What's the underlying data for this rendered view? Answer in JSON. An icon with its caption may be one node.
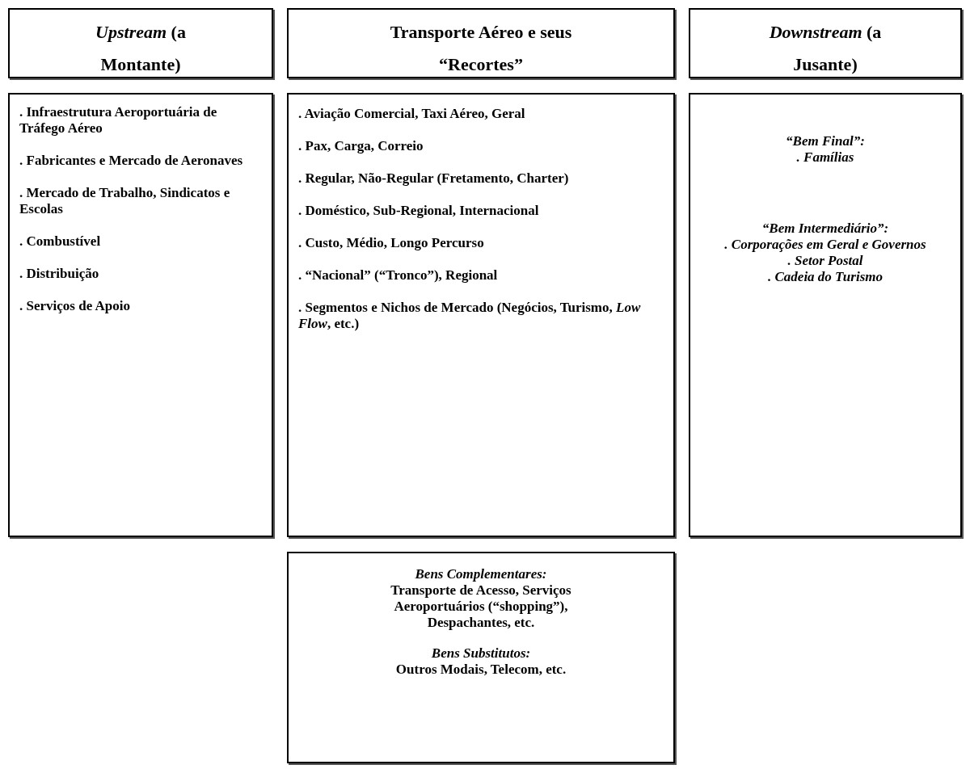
{
  "diagram": {
    "nodes": [
      {
        "text": [
          "*Upstream* (a Montante)"
        ]
      },
      {
        "text": [
          "Transporte Aéreo e seus “Recortes”"
        ]
      },
      {
        "text": [
          "*Downstream* (a Jusante)"
        ]
      },
      {
        "text": [
          ". Infraestrutura Aeroportuária de Tráfego Aéreo",
          ". Fabricantes e Mercado de Aeronaves",
          ". Mercado de Trabalho, Sindicatos e Escolas",
          ". Combustível",
          ". Distribuição",
          ". Serviços de Apoio"
        ]
      },
      {
        "text": [
          ". Aviação Comercial, Taxi Aéreo, Geral",
          ". Pax, Carga, Correio",
          ". Regular, Não-Regular (Fretamento, Charter)",
          ". Doméstico, Sub-Regional, Internacional",
          ". Custo, Médio, Longo Percurso",
          ". “Nacional” (“Tronco”), Regional",
          ". Segmentos e Nichos de Mercado (Negócios, Turismo, *Low Flow*, etc.)"
        ]
      },
      {
        "text": [
          "“Bem Final”:",
          ". Famílias",
          "“Bem Intermediário”:",
          ". Corporações em Geral e Governos",
          ". Setor Postal",
          ". Cadeia do Turismo"
        ]
      },
      {
        "text": [
          "Bens Complementares:",
          "Transporte de Acesso, Serviços Aeroportuários (“shopping”), Despachantes, etc.",
          "Bens Substitutos:",
          "Outros Modais, Telecom, etc."
        ]
      }
    ]
  }
}
